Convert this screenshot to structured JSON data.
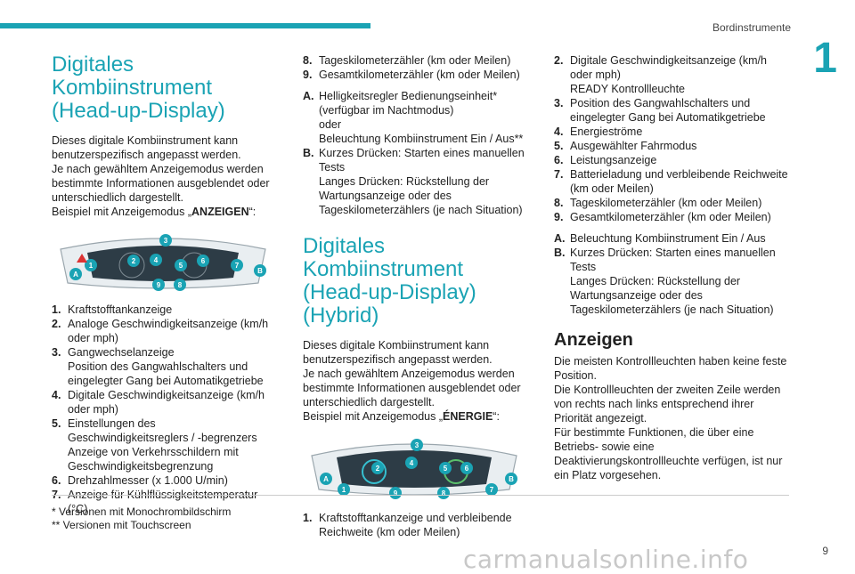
{
  "header": {
    "section_title": "Bordinstrumente",
    "chapter_number": "1",
    "page_number": "9"
  },
  "col1": {
    "title_line1": "Digitales Kombiinstrument",
    "title_line2": "(Head-up-Display)",
    "intro": [
      "Dieses digitale Kombiinstrument kann",
      "benutzerspezifisch angepasst werden.",
      "Je nach gewähltem Anzeigemodus werden",
      "bestimmte Informationen ausgeblendet oder",
      "unterschiedlich dargestellt."
    ],
    "example_prefix": "Beispiel mit Anzeigemodus „",
    "example_mode": "ANZEIGEN",
    "example_suffix": "“:",
    "items": [
      {
        "n": "1.",
        "t": "Kraftstofftankanzeige"
      },
      {
        "n": "2.",
        "t": "Analoge Geschwindigkeitsanzeige (km/h oder mph)"
      },
      {
        "n": "3.",
        "t": "Gangwechselanzeige"
      },
      {
        "n": "",
        "t": "Position des Gangwahlschalters und eingelegter Gang bei Automatikgetriebe"
      },
      {
        "n": "4.",
        "t": "Digitale Geschwindigkeitsanzeige (km/h oder mph)"
      },
      {
        "n": "5.",
        "t": "Einstellungen des Geschwindigkeitsreglers / -begrenzers"
      },
      {
        "n": "",
        "t": "Anzeige von Verkehrsschildern mit Geschwindigkeitsbegrenzung"
      },
      {
        "n": "6.",
        "t": "Drehzahlmesser (x 1.000 U/min)"
      },
      {
        "n": "7.",
        "t": "Anzeige für Kühlflüssigkeitstemperatur (°C)"
      }
    ]
  },
  "col2": {
    "items_top": [
      {
        "n": "8.",
        "t": "Tageskilometerzähler (km oder Meilen)"
      },
      {
        "n": "9.",
        "t": "Gesamtkilometerzähler (km oder Meilen)"
      }
    ],
    "items_letters": [
      {
        "n": "A.",
        "t": "Helligkeitsregler Bedienungseinheit* (verfügbar im Nachtmodus)"
      },
      {
        "n": "",
        "t": "oder"
      },
      {
        "n": "",
        "t": "Beleuchtung Kombiinstrument Ein / Aus**"
      },
      {
        "n": "B.",
        "t": "Kurzes Drücken: Starten eines manuellen Tests"
      },
      {
        "n": "",
        "t": "Langes Drücken: Rückstellung der Wartungsanzeige oder des Tageskilometerzählers (je nach Situation)"
      }
    ],
    "title_line1": "Digitales Kombiinstrument",
    "title_line2": "(Head-up-Display) (Hybrid)",
    "intro": [
      "Dieses digitale Kombiinstrument kann",
      "benutzerspezifisch angepasst werden.",
      "Je nach gewähltem Anzeigemodus werden",
      "bestimmte Informationen ausgeblendet oder",
      "unterschiedlich dargestellt."
    ],
    "example_prefix": "Beispiel mit Anzeigemodus „",
    "example_mode": "ÉNERGIE",
    "example_suffix": "“:",
    "items_bottom": [
      {
        "n": "1.",
        "t": "Kraftstofftankanzeige und verbleibende Reichweite (km oder Meilen)"
      }
    ]
  },
  "col3": {
    "items": [
      {
        "n": "2.",
        "t": "Digitale Geschwindigkeitsanzeige (km/h oder mph)"
      },
      {
        "n": "",
        "t": "READY Kontrollleuchte"
      },
      {
        "n": "3.",
        "t": "Position des Gangwahlschalters und eingelegter Gang bei Automatikgetriebe"
      },
      {
        "n": "4.",
        "t": "Energieströme"
      },
      {
        "n": "5.",
        "t": "Ausgewählter Fahrmodus"
      },
      {
        "n": "6.",
        "t": "Leistungsanzeige"
      },
      {
        "n": "7.",
        "t": "Batterieladung und verbleibende Reichweite (km oder Meilen)"
      },
      {
        "n": "8.",
        "t": "Tageskilometerzähler (km oder Meilen)"
      },
      {
        "n": "9.",
        "t": "Gesamtkilometerzähler (km oder Meilen)"
      }
    ],
    "items_letters": [
      {
        "n": "A.",
        "t": "Beleuchtung Kombiinstrument Ein / Aus"
      },
      {
        "n": "B.",
        "t": "Kurzes Drücken: Starten eines manuellen Tests"
      },
      {
        "n": "",
        "t": "Langes Drücken: Rückstellung der Wartungsanzeige oder des Tageskilometerzählers (je nach Situation)"
      }
    ],
    "subtitle": "Anzeigen",
    "body": [
      "Die meisten Kontrollleuchten haben keine feste Position.",
      "Die Kontrollleuchten der zweiten Zeile werden von rechts nach links entsprechend ihrer Priorität angezeigt.",
      "Für bestimmte Funktionen, die über eine Betriebs- sowie eine Deaktivierungskontrollleuchte verfügen, ist nur ein Platz vorgesehen."
    ]
  },
  "footnotes": [
    "* Versionen mit Monochrombildschirm",
    "** Versionen mit Touchscreen"
  ],
  "watermark": "carmanualsonline.info",
  "cluster_labels": [
    "1",
    "2",
    "3",
    "4",
    "5",
    "6",
    "7",
    "8",
    "9",
    "A",
    "B"
  ],
  "colors": {
    "accent": "#1aa3b4",
    "badge": "#1aa3b4"
  }
}
